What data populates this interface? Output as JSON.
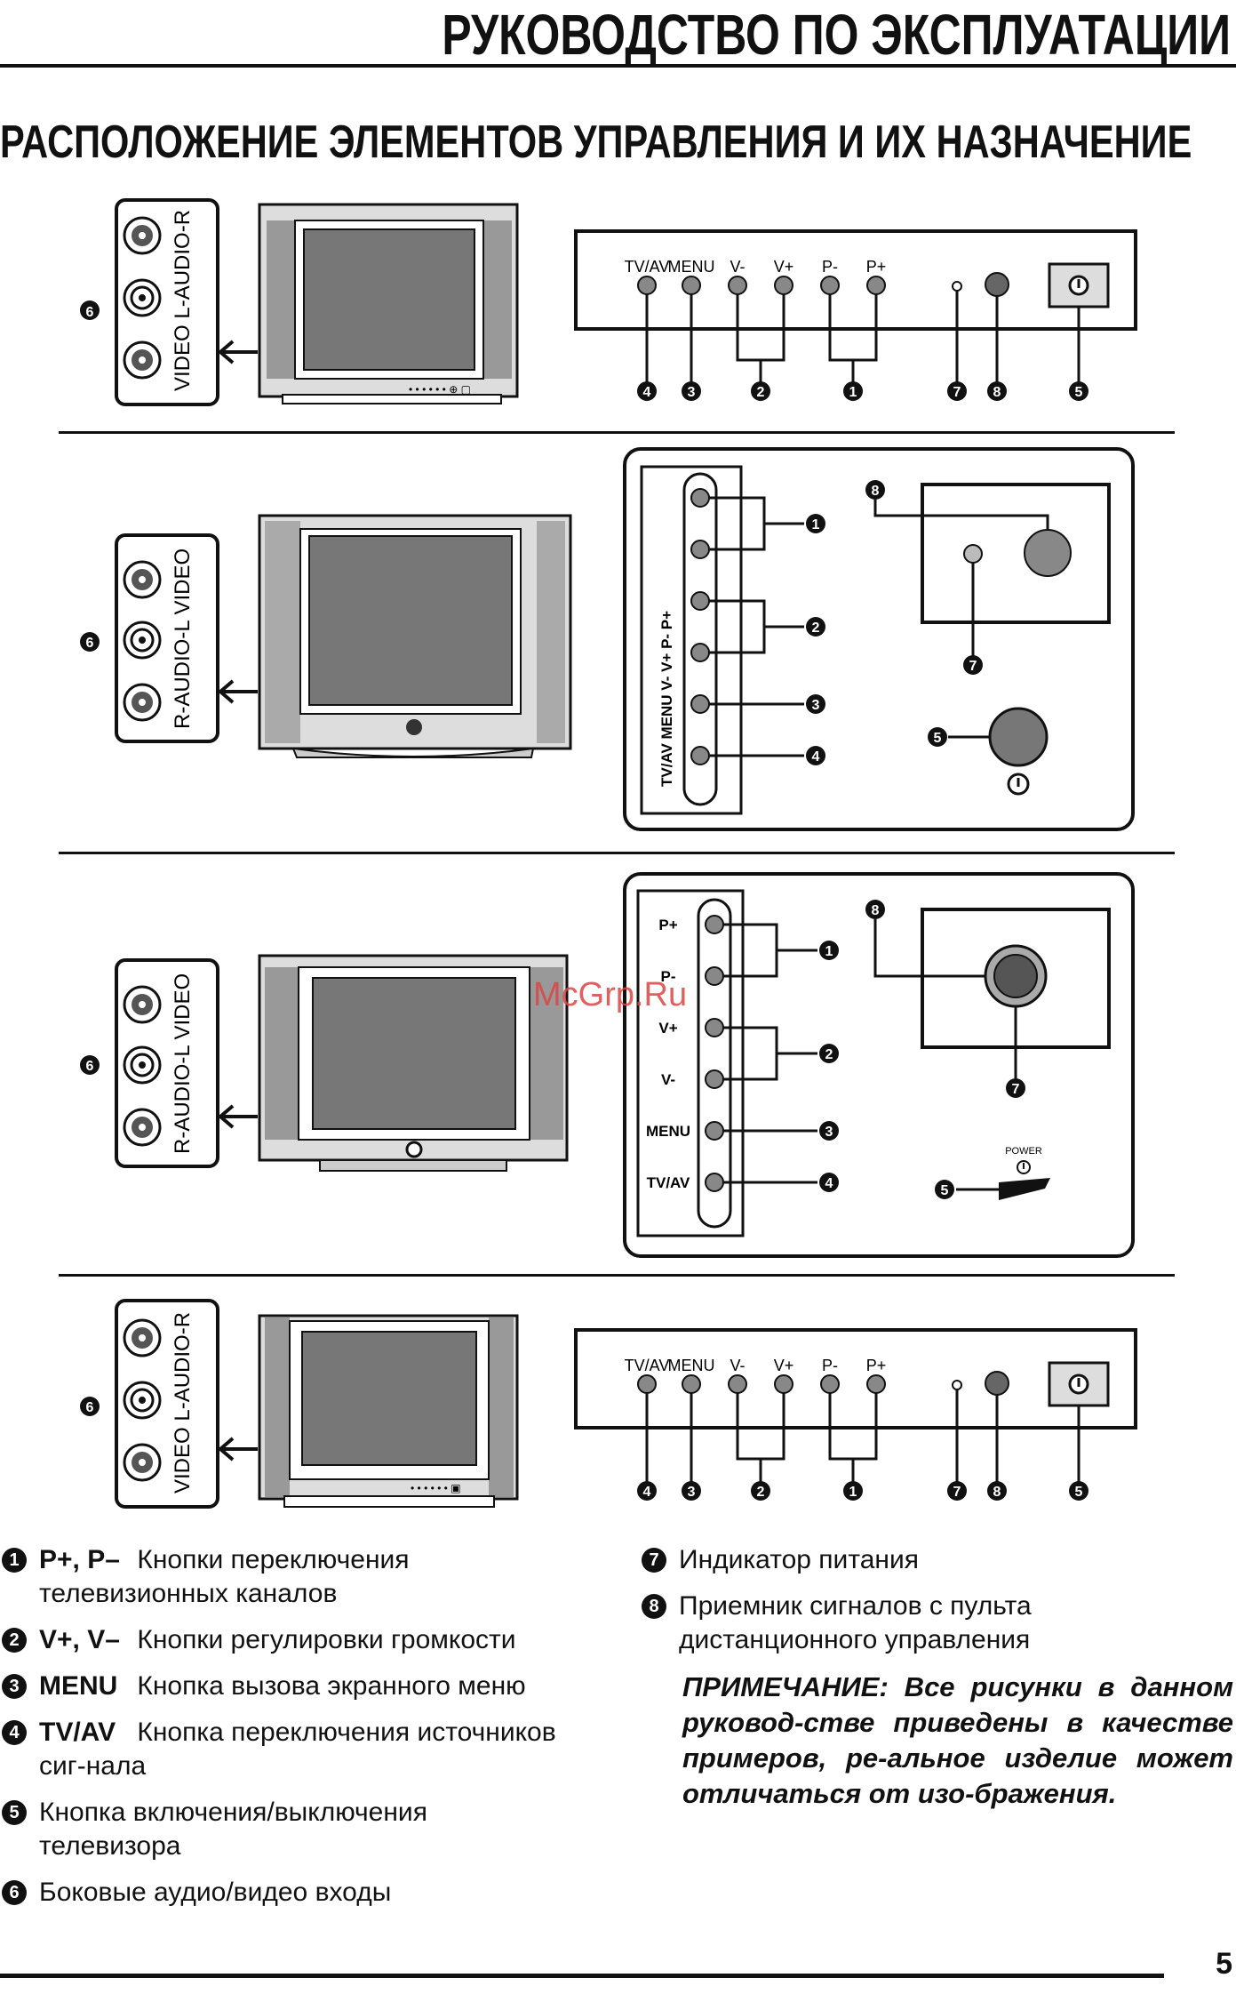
{
  "header": {
    "title": "РУКОВОДСТВО ПО ЭКСПЛУАТАЦИИ"
  },
  "section": {
    "title": "РАСПОЛОЖЕНИЕ ЭЛЕМЕНТОВ УПРАВЛЕНИЯ И ИХ НАЗНАЧЕНИЕ"
  },
  "jack_labels": {
    "d1": "VIDEO  L-AUDIO-R",
    "d2": "R-AUDIO-L  VIDEO",
    "d3": "R-AUDIO-L  VIDEO",
    "d4": "VIDEO  L-AUDIO-R"
  },
  "panel_buttons": [
    "TV/AV",
    "MENU",
    "V-",
    "V+",
    "P-",
    "P+"
  ],
  "vertical_buttons": [
    "P+",
    "P-",
    "V+",
    "V-",
    "MENU",
    "TV/AV"
  ],
  "vertical_label_d2": "TV/AV MENU   V-     V+     P-     P+",
  "power_label": "POWER",
  "callouts": [
    "❶",
    "❷",
    "❸",
    "❹",
    "❺",
    "❻",
    "❼",
    "❽"
  ],
  "legend": [
    {
      "num": "1",
      "term": "P+, P–",
      "desc": "Кнопки  переключения  телевизионных каналов"
    },
    {
      "num": "2",
      "term": "V+, V–",
      "desc": "Кнопки регулировки громкости"
    },
    {
      "num": "3",
      "term": "MENU",
      "desc": "Кнопка вызова экранного меню"
    },
    {
      "num": "4",
      "term": "TV/AV",
      "desc": "Кнопка  переключения  источников  сиг-нала"
    },
    {
      "num": "5",
      "term": "",
      "desc": "Кнопка включения/выключения телевизора"
    },
    {
      "num": "6",
      "term": "",
      "desc": "Боковые аудио/видео входы"
    },
    {
      "num": "7",
      "term": "",
      "desc": "Индикатор питания"
    },
    {
      "num": "8",
      "term": "",
      "desc": "Приемник  сигналов  с  пульта  дистанционного управления"
    }
  ],
  "note": "ПРИМЕЧАНИЕ: Все рисунки в данном руковод-стве приведены в качестве примеров, ре-альное изделие может отличаться от изо-бражения.",
  "watermark": "McGrp.Ru",
  "page_number": "5"
}
